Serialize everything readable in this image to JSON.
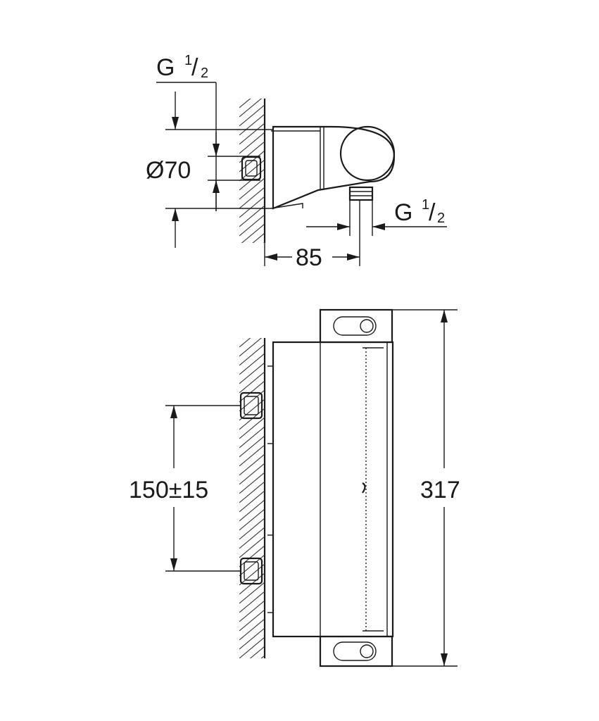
{
  "dimensions": {
    "top_left_thread": "G",
    "top_left_thread_num": "1",
    "top_left_thread_den": "2",
    "diameter": "Ø70",
    "depth": "85",
    "outlet_thread": "G",
    "outlet_thread_num": "1",
    "outlet_thread_den": "2",
    "inlet_spacing": "150±15",
    "total_length": "317"
  }
}
